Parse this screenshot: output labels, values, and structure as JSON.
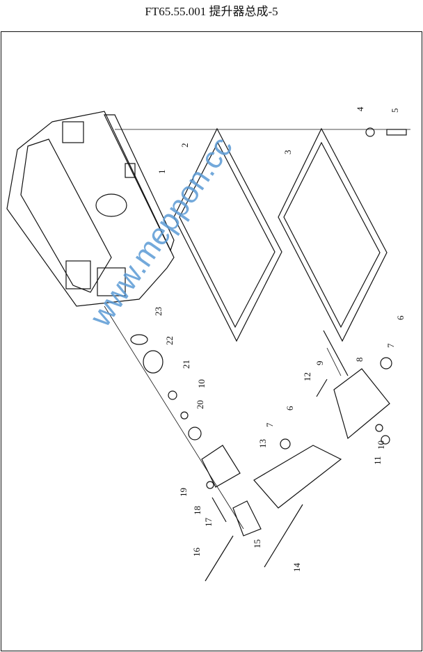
{
  "title": "FT65.55.001  提升器总成-5",
  "watermark": "www.meppon.cc",
  "part_labels": [
    "1",
    "2",
    "3",
    "4",
    "5",
    "6",
    "7",
    "8",
    "9",
    "10",
    "11",
    "6",
    "7",
    "12",
    "13",
    "14",
    "15",
    "16",
    "17",
    "18",
    "19",
    "20",
    "10",
    "21",
    "22",
    "23"
  ]
}
